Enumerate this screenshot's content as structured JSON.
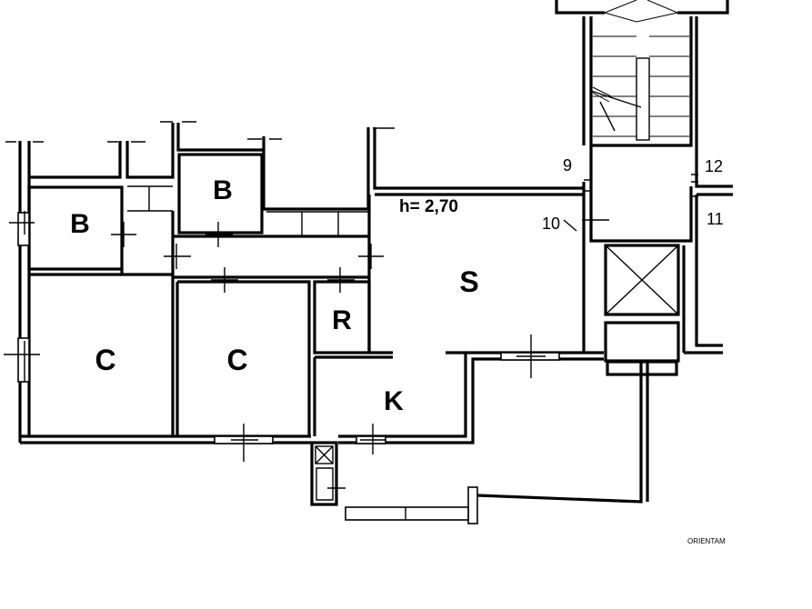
{
  "plan": {
    "height_note": "h=  2,70",
    "rooms": {
      "bath_left": "B",
      "bath_center": "B",
      "bedroom_left": "C",
      "bedroom_center": "C",
      "storage": "R",
      "living": "S",
      "kitchen": "K"
    },
    "stair_numbers": {
      "n9": "9",
      "n10": "10",
      "n11": "11",
      "n12": "12"
    },
    "orientation_label": "ORIENTAM"
  }
}
